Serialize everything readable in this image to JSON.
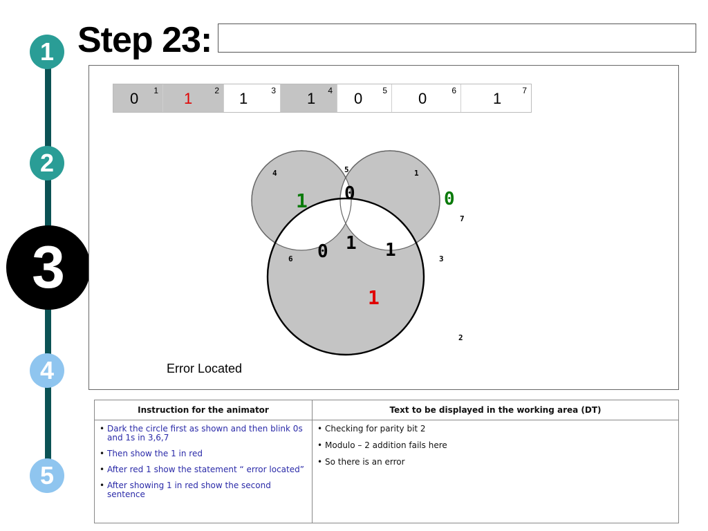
{
  "steps": [
    "1",
    "2",
    "3",
    "4",
    "5"
  ],
  "title": "Step 23:",
  "title_box_text": "",
  "bits": [
    {
      "value": "0",
      "index": "1",
      "shaded": true,
      "color": "#000000"
    },
    {
      "value": "1",
      "index": "2",
      "shaded": true,
      "color": "#e00000"
    },
    {
      "value": "1",
      "index": "3",
      "shaded": false,
      "color": "#000000"
    },
    {
      "value": "1",
      "index": "4",
      "shaded": true,
      "color": "#000000"
    },
    {
      "value": "0",
      "index": "5",
      "shaded": false,
      "color": "#000000"
    },
    {
      "value": "0",
      "index": "6",
      "shaded": false,
      "color": "#000000"
    },
    {
      "value": "1",
      "index": "7",
      "shaded": false,
      "color": "#000000"
    }
  ],
  "venn": {
    "labels": {
      "4": "4",
      "5": "5",
      "1": "1",
      "7": "7",
      "6": "6",
      "3": "3",
      "2": "2"
    },
    "values": {
      "region4": "1",
      "region5": "0",
      "region1": "0",
      "region7": "1",
      "region6": "0",
      "region3": "1",
      "region2": "1"
    },
    "colors": {
      "green": "#0a7a0a",
      "red": "#e00000",
      "shade": "#c4c4c4"
    }
  },
  "status_text": "Error Located",
  "table": {
    "headers": [
      "Instruction for the animator",
      "Text to be displayed in the working area (DT)"
    ],
    "animator": [
      "Dark the circle first as shown and then blink 0s and 1s in 3,6,7",
      "Then show the 1 in red",
      "After red 1 show the statement “ error located”",
      "After showing 1 in red show the second sentence"
    ],
    "dt": [
      "Checking for  parity bit 2",
      "Modulo – 2 addition fails here",
      "So there is an error"
    ]
  }
}
